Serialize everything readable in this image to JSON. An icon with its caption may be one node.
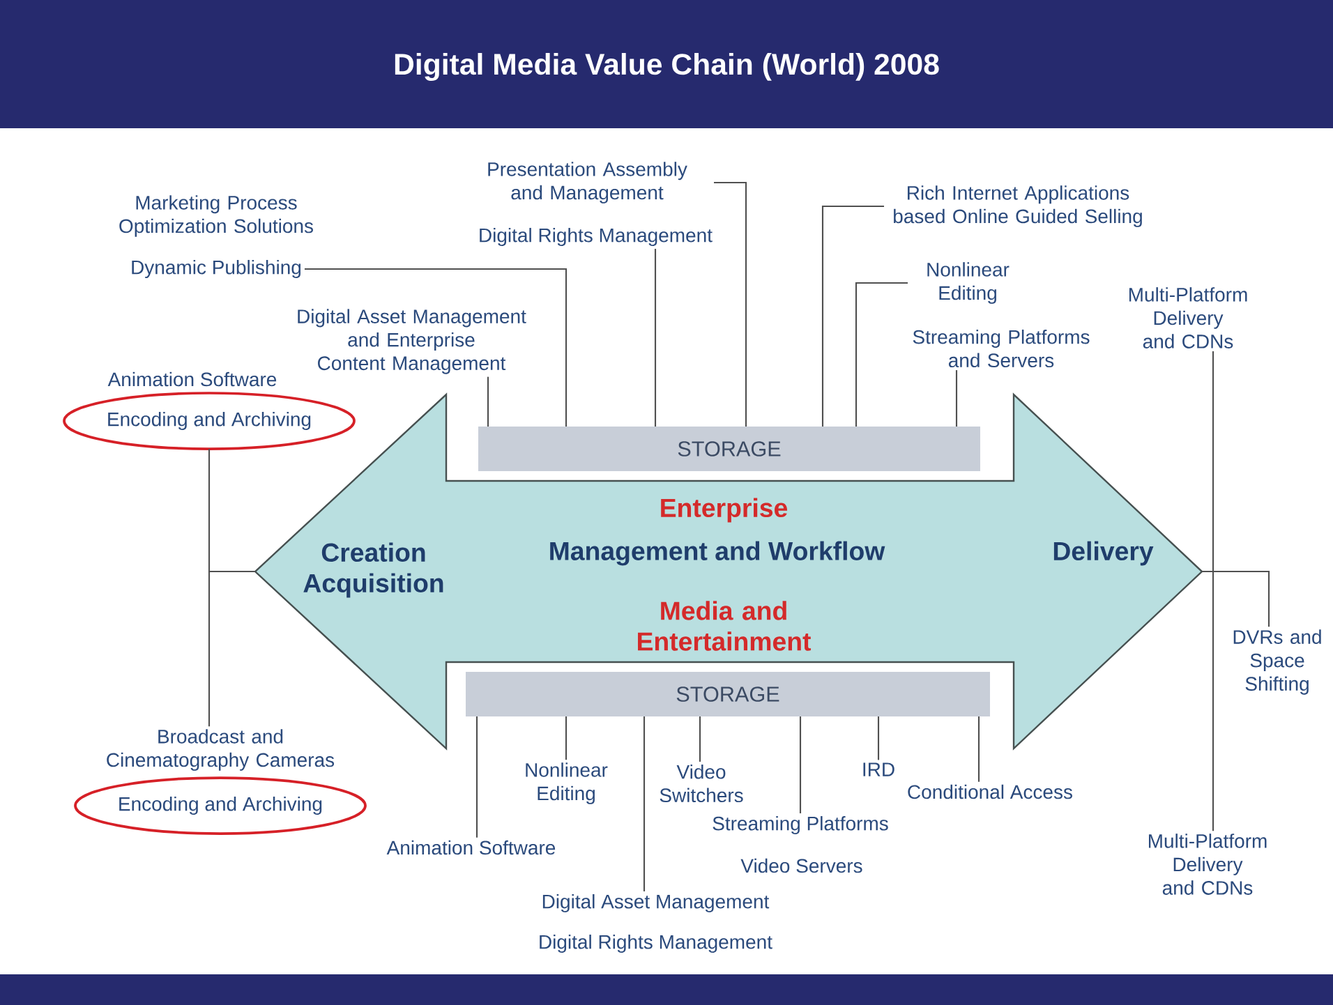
{
  "diagram": {
    "title": "Digital Media Value Chain (World) 2008",
    "nodes": [
      {
        "text": [
          "Enterprise",
          "Creation Acquisition",
          "Management and Workflow",
          "Delivery",
          "Media and Entertainment"
        ]
      },
      {
        "text": [
          "STORAGE"
        ]
      },
      {
        "text": [
          "STORAGE"
        ]
      },
      {
        "text": [
          "Presentation Assembly and Management"
        ]
      },
      {
        "text": [
          "Dynamic Publishing"
        ]
      },
      {
        "text": [
          "Digital Rights Management"
        ]
      },
      {
        "text": [
          "Rich Internet Applications based Online Guided Selling"
        ]
      },
      {
        "text": [
          "Nonlinear Editing"
        ]
      },
      {
        "text": [
          "Digital Asset Management and Enterprise Content Management"
        ]
      },
      {
        "text": [
          "Streaming Platforms and Servers"
        ]
      },
      {
        "text": [
          "Encoding and Archiving"
        ]
      },
      {
        "text": [
          "Multi-Platform Delivery and CDNs"
        ]
      },
      {
        "text": [
          "Broadcast and Cinematography Cameras"
        ]
      },
      {
        "text": [
          "Encoding and Archiving"
        ]
      },
      {
        "text": [
          "DVRs and Space Shifting"
        ]
      },
      {
        "text": [
          "Nonlinear Editing"
        ]
      },
      {
        "text": [
          "Video Switchers"
        ]
      },
      {
        "text": [
          "IRD"
        ]
      },
      {
        "text": [
          "Conditional Access"
        ]
      },
      {
        "text": [
          "Animation Software"
        ]
      },
      {
        "text": [
          "Streaming Platforms"
        ]
      },
      {
        "text": [
          "Digital Asset Management"
        ]
      },
      {
        "text": [
          "Multi-Platform Delivery and CDNs"
        ]
      }
    ],
    "edges": [
      {
        "from": 3,
        "to": 1,
        "arrow": "none"
      },
      {
        "from": 4,
        "to": 1,
        "arrow": "none"
      },
      {
        "from": 5,
        "to": 1,
        "arrow": "none"
      },
      {
        "from": 6,
        "to": 1,
        "arrow": "none"
      },
      {
        "from": 7,
        "to": 1,
        "arrow": "none"
      },
      {
        "from": 8,
        "to": 1,
        "arrow": "none"
      },
      {
        "from": 9,
        "to": 1,
        "arrow": "none"
      },
      {
        "from": 10,
        "to": 0,
        "arrow": "none"
      },
      {
        "from": 12,
        "to": 0,
        "arrow": "none"
      },
      {
        "from": 0,
        "to": 11,
        "arrow": "none"
      },
      {
        "from": 0,
        "to": 14,
        "arrow": "none"
      },
      {
        "from": 0,
        "to": 22,
        "arrow": "none"
      },
      {
        "from": 2,
        "to": 15,
        "arrow": "none"
      },
      {
        "from": 2,
        "to": 16,
        "arrow": "none"
      },
      {
        "from": 2,
        "to": 17,
        "arrow": "none"
      },
      {
        "from": 2,
        "to": 18,
        "arrow": "none"
      },
      {
        "from": 2,
        "to": 19,
        "arrow": "none"
      },
      {
        "from": 2,
        "to": 20,
        "arrow": "none"
      },
      {
        "from": 2,
        "to": 21,
        "arrow": "none"
      }
    ],
    "labels": [
      "Marketing Process Optimization Solutions",
      "Animation Software",
      "Video Servers",
      "Digital Rights Management"
    ]
  }
}
